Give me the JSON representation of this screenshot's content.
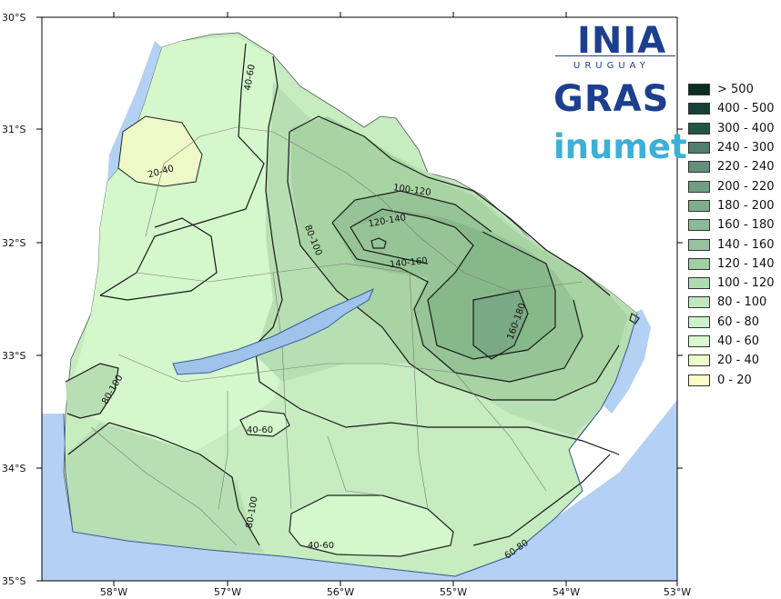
{
  "map": {
    "lat_ticks": [
      "30°S",
      "31°S",
      "32°S",
      "33°S",
      "34°S",
      "35°S"
    ],
    "lon_ticks": [
      "58°W",
      "57°W",
      "56°W",
      "55°W",
      "54°W",
      "53°W"
    ],
    "contour_labels": [
      "40-60",
      "20-40",
      "100-120",
      "120-140",
      "140-160",
      "80-100",
      "160-180",
      "80-100",
      "40-60",
      "80-100",
      "40-60",
      "60-80"
    ],
    "colors": {
      "ocean": "#b3d1f2",
      "land_outside": "#e8e8e8",
      "class_40_60": "#d4f7cc",
      "class_60_80": "#c6ecc0",
      "class_80_100": "#b8dfb3",
      "class_100_120": "#a8d3a3",
      "class_120_140": "#97c497",
      "class_140_160": "#87b88a",
      "class_160_180": "#7aa985",
      "class_20_40": "#eef9c8"
    }
  },
  "logos": {
    "inia": "INIA",
    "uruguay": "URUGUAY",
    "gras": "GRAS",
    "inumet": "inumet"
  },
  "legend": {
    "items": [
      {
        "label": "> 500",
        "color": "#0b2e24"
      },
      {
        "label": "400 - 500",
        "color": "#164035"
      },
      {
        "label": "300 - 400",
        "color": "#235646"
      },
      {
        "label": "240 - 300",
        "color": "#4f7e6b"
      },
      {
        "label": "220 - 240",
        "color": "#62907a"
      },
      {
        "label": "200 - 220",
        "color": "#709d85"
      },
      {
        "label": "180 - 200",
        "color": "#7eac8e"
      },
      {
        "label": "160 - 180",
        "color": "#8cb997"
      },
      {
        "label": "140 - 160",
        "color": "#97c3a0"
      },
      {
        "label": "120 - 140",
        "color": "#a3cfa8"
      },
      {
        "label": "100 - 120",
        "color": "#b1dcb3"
      },
      {
        "label": "80 - 100",
        "color": "#c0e8bf"
      },
      {
        "label": "60 - 80",
        "color": "#cdf2c9"
      },
      {
        "label": "40 - 60",
        "color": "#d9f9cf"
      },
      {
        "label": "20 - 40",
        "color": "#ebfbc9"
      },
      {
        "label": "0 - 20",
        "color": "#fdfbc6"
      }
    ]
  }
}
